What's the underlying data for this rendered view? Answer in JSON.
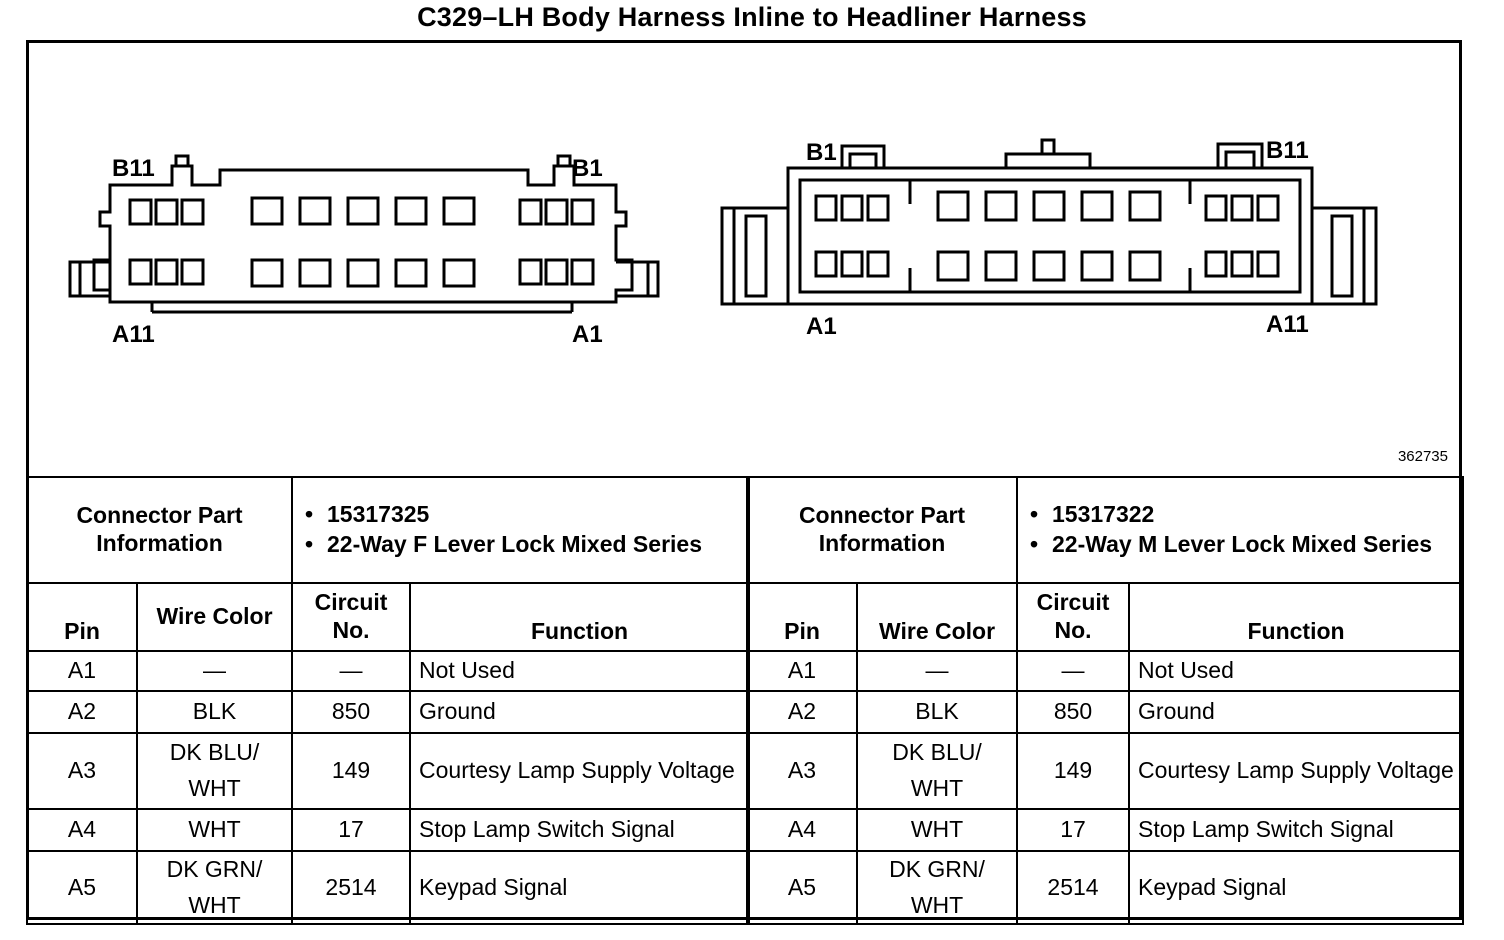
{
  "title": "C329–LH Body Harness Inline to Headliner Harness",
  "diagram": {
    "reference_number": "362735",
    "connector_left": {
      "label_top_left": "B11",
      "label_top_right": "B1",
      "label_bottom_left": "A11",
      "label_bottom_right": "A1"
    },
    "connector_right": {
      "label_top_left": "B1",
      "label_top_right": "B11",
      "label_bottom_left": "A1",
      "label_bottom_right": "A11"
    }
  },
  "connectors": [
    {
      "info_label": "Connector Part Information",
      "info_items": [
        "15317325",
        "22-Way F Lever Lock Mixed Series"
      ],
      "headers": {
        "pin": "Pin",
        "wire_color": "Wire Color",
        "circuit": "Circuit No.",
        "function": "Function"
      },
      "rows": [
        {
          "pin": "A1",
          "wire": "—",
          "circuit": "—",
          "function": "Not Used"
        },
        {
          "pin": "A2",
          "wire": "BLK",
          "circuit": "850",
          "function": "Ground"
        },
        {
          "pin": "A3",
          "wire": "DK BLU/ WHT",
          "circuit": "149",
          "function": "Courtesy Lamp Supply Voltage"
        },
        {
          "pin": "A4",
          "wire": "WHT",
          "circuit": "17",
          "function": "Stop Lamp Switch Signal"
        },
        {
          "pin": "A5",
          "wire": "DK GRN/ WHT",
          "circuit": "2514",
          "function": "Keypad Signal"
        }
      ]
    },
    {
      "info_label": "Connector Part Information",
      "info_items": [
        "15317322",
        "22-Way M Lever Lock Mixed Series"
      ],
      "headers": {
        "pin": "Pin",
        "wire_color": "Wire Color",
        "circuit": "Circuit No.",
        "function": "Function"
      },
      "rows": [
        {
          "pin": "A1",
          "wire": "—",
          "circuit": "—",
          "function": "Not Used"
        },
        {
          "pin": "A2",
          "wire": "BLK",
          "circuit": "850",
          "function": "Ground"
        },
        {
          "pin": "A3",
          "wire": "DK BLU/ WHT",
          "circuit": "149",
          "function": "Courtesy Lamp Supply Voltage"
        },
        {
          "pin": "A4",
          "wire": "WHT",
          "circuit": "17",
          "function": "Stop Lamp Switch Signal"
        },
        {
          "pin": "A5",
          "wire": "DK GRN/ WHT",
          "circuit": "2514",
          "function": "Keypad Signal"
        }
      ]
    }
  ]
}
